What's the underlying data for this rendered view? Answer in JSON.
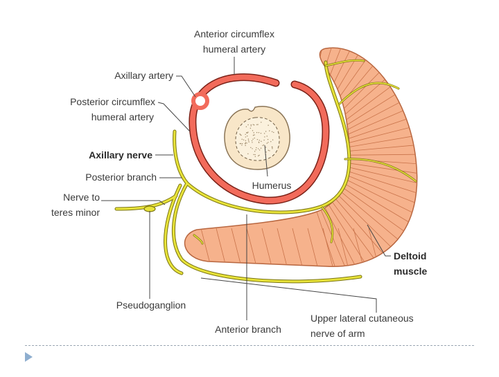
{
  "diagram": {
    "labels": {
      "anterior_circumflex_line1": "Anterior circumflex",
      "anterior_circumflex_line2": "humeral artery",
      "axillary_artery": "Axillary artery",
      "posterior_circumflex_line1": "Posterior circumflex",
      "posterior_circumflex_line2": "humeral artery",
      "axillary_nerve": "Axillary nerve",
      "posterior_branch": "Posterior branch",
      "nerve_to_teres_minor_line1": "Nerve to",
      "nerve_to_teres_minor_line2": "teres minor",
      "humerus": "Humerus",
      "deltoid_line1": "Deltoid",
      "deltoid_line2": "muscle",
      "pseudoganglion": "Pseudoganglion",
      "anterior_branch": "Anterior branch",
      "upper_lateral_line1": "Upper lateral cutaneous",
      "upper_lateral_line2": "nerve of arm"
    },
    "colors": {
      "artery": "#f26b5b",
      "nerve": "#e8e33a",
      "nerve_outline": "#7a7410",
      "muscle": "#f6b28c",
      "muscle_lines": "#c9734a",
      "bone": "#f8e6c8",
      "leader": "#444444"
    }
  }
}
